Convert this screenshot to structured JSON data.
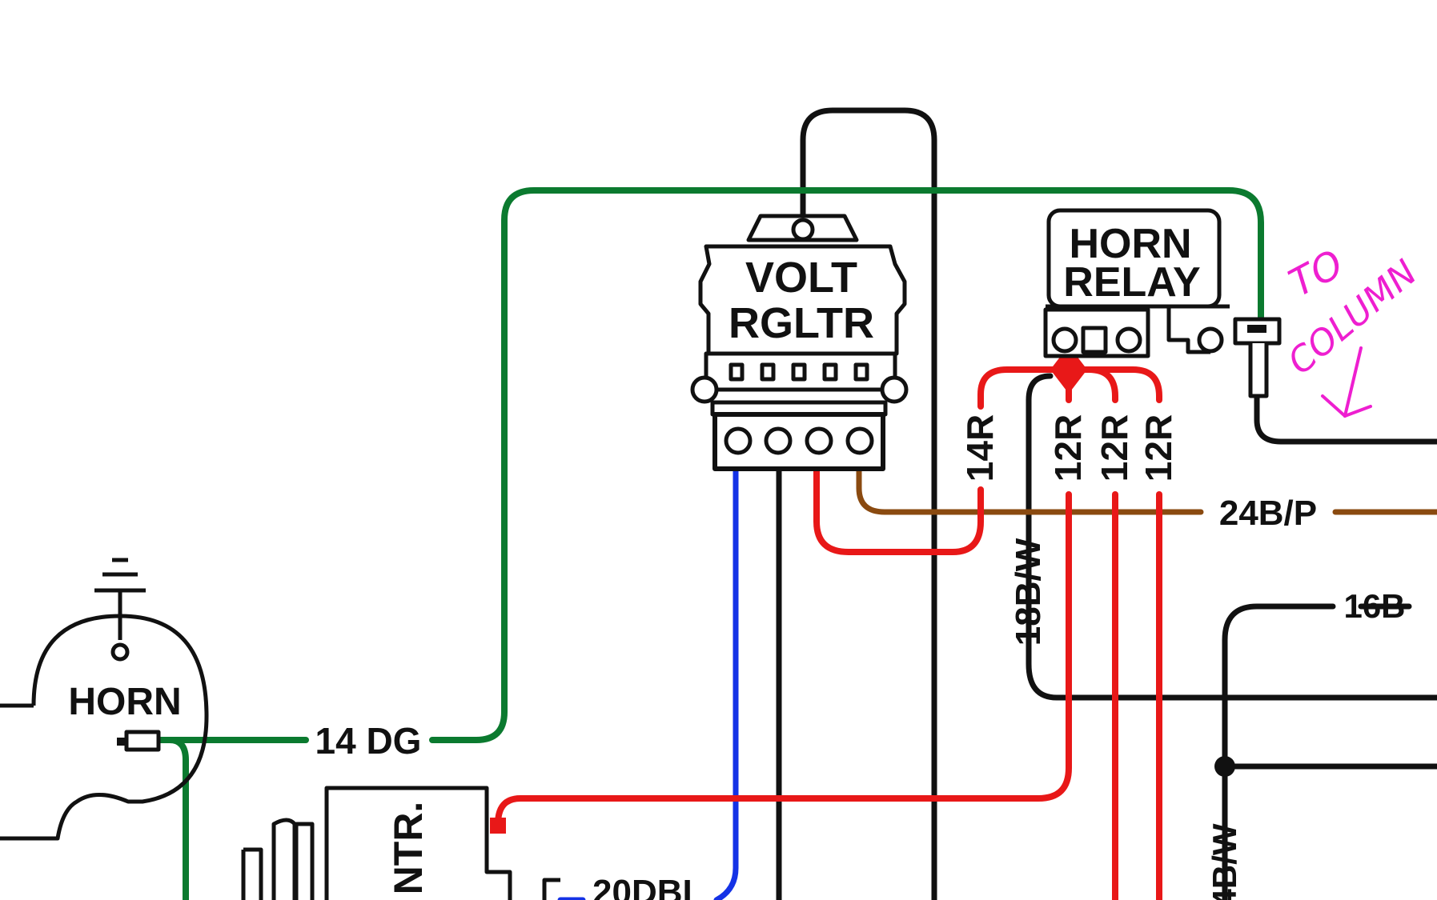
{
  "components": {
    "horn": "HORN",
    "volt_regulator_line1": "VOLT",
    "volt_regulator_line2": "RGLTR",
    "horn_relay_line1": "HORN",
    "horn_relay_line2": "RELAY",
    "partial_component": "NTR."
  },
  "wire_labels": {
    "dark_green": "14 DG",
    "brown": "24B/P",
    "red_14": "14R",
    "red_12_a": "12R",
    "red_12_b": "12R",
    "red_12_c": "12R",
    "black_white_18": "18B/W",
    "black_16": "16B",
    "black_white_partial": "4B/W",
    "dark_blue_partial": "20DBL"
  },
  "annotation": {
    "handwritten_line1": "TO",
    "handwritten_line2": "COLUMN"
  },
  "colors": {
    "green": "#0b7a2f",
    "black": "#111111",
    "red": "#e81818",
    "blue": "#1432e6",
    "brown": "#8a4a10",
    "magenta": "#ee1fd0"
  }
}
